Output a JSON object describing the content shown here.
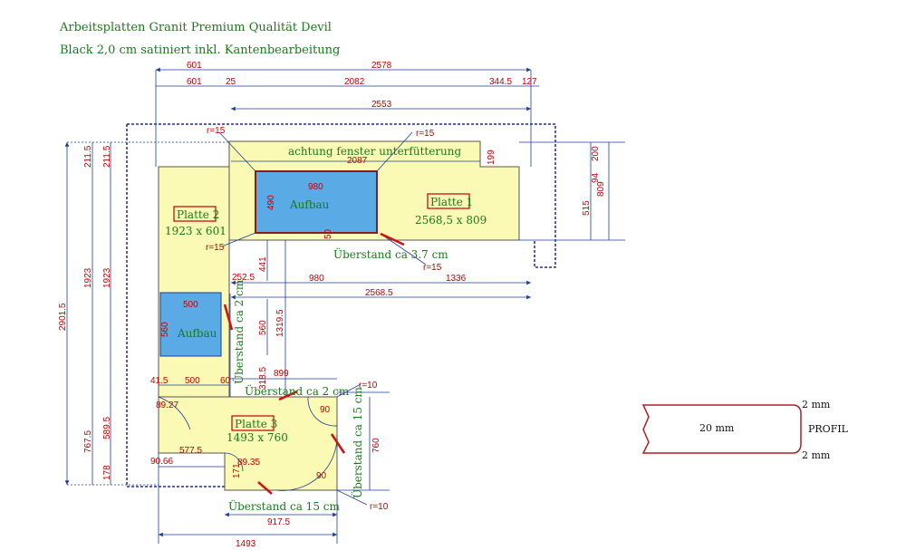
{
  "header": {
    "line1": "Arbeitsplatten Granit Premium Qualität Devil",
    "line2": "Black 2,0 cm satiniert inkl. Kantenbearbeitung"
  },
  "plates": {
    "p1_name": "Platte 1",
    "p1_size": "2568,5 x 809",
    "p2_name": "Platte 2",
    "p2_size": "1923 x 601",
    "p3_name": "Platte 3",
    "p3_size": "1493 x 760"
  },
  "labels": {
    "aufbau": "Aufbau",
    "fenster": "achtung fenster unterfütterung",
    "ueb_37": "Überstand ca 3.7 cm",
    "ueb_2h": "Überstand ca 2 cm",
    "ueb_2v": "Überstand ca 2 cm",
    "ueb_15h": "Überstand ca 15 cm",
    "ueb_15v": "Überstand ca 15 cm"
  },
  "dims": {
    "d601a": "601",
    "d2578": "2578",
    "d601b": "601",
    "d25": "25",
    "d2082": "2082",
    "d344": "344.5",
    "d127": "127",
    "d2553": "2553",
    "d2087": "2087",
    "d980a": "980",
    "d490": "490",
    "d199": "199",
    "d94": "94",
    "d200": "200",
    "d809": "809",
    "d515": "515",
    "d2115a": "211.5",
    "d2115b": "211.5",
    "d2901": "2901.5",
    "d1923a": "1923",
    "d1923b": "1923",
    "d7675": "767.5",
    "d5895": "589.5",
    "d178": "178",
    "d441": "441",
    "d2525": "252.5",
    "d980b": "980",
    "d1336": "1336",
    "d25685": "2568.5",
    "d500a": "500",
    "d560a": "560",
    "d560b": "560",
    "d13195": "1319.5",
    "d3185": "318.5",
    "d899": "899",
    "d415": "41.5",
    "d500b": "500",
    "d60": "60",
    "a8927": "89.27",
    "a90a": "90",
    "a90b": "90",
    "a9066": "90.66",
    "a8935": "89.35",
    "d5775": "577.5",
    "d171": "171",
    "d9175": "917.5",
    "d1493": "1493",
    "d760": "760",
    "d50": "50",
    "r15a": "r=15",
    "r15b": "r=15",
    "r15c": "r=15",
    "r15d": "r=15",
    "r10a": "r=10",
    "r10b": "r=10"
  },
  "profile": {
    "thickness": "20 mm",
    "top": "2 mm",
    "bottom": "2 mm",
    "label": "PROFIL"
  },
  "colors": {
    "plate_fill": "#fafab4",
    "aufbau_fill": "#5aaae6",
    "dim_color": "#c00000",
    "label_color": "#1a7a1a",
    "line_color": "#1e3c9b"
  }
}
